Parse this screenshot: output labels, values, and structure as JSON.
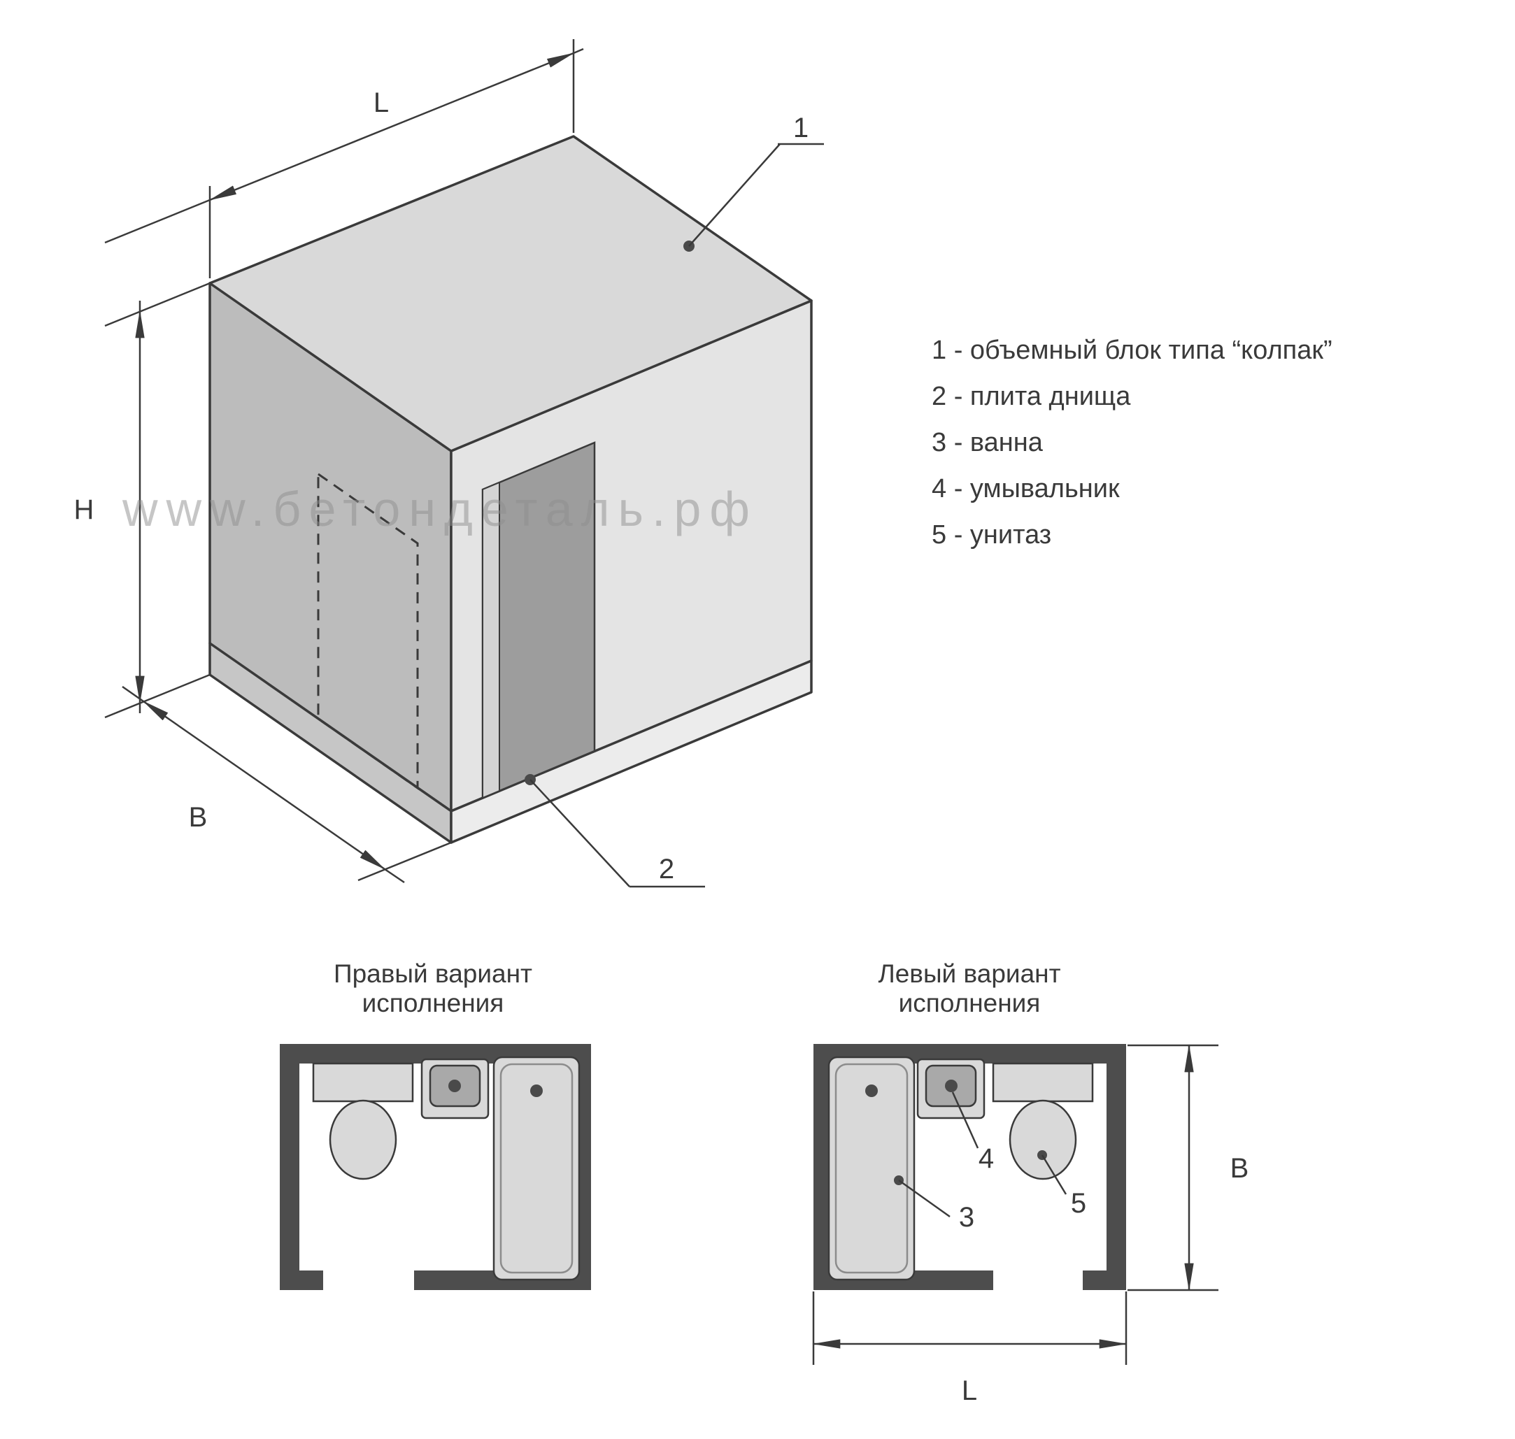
{
  "watermark": "www.бетондеталь.рф",
  "legend": {
    "items": [
      "1 - объемный блок типа “колпак”",
      "2 - плита днища",
      "3 - ванна",
      "4 - умывальник",
      "5 - унитаз"
    ]
  },
  "isometric": {
    "dim_labels": {
      "length": "L",
      "height": "H",
      "width": "B"
    },
    "callout_labels": {
      "block": "1",
      "slab": "2"
    }
  },
  "plans": {
    "right": {
      "title_line1": "Правый вариант",
      "title_line2": "исполнения"
    },
    "left": {
      "title_line1": "Левый вариант",
      "title_line2": "исполнения",
      "callout_labels": {
        "bath": "3",
        "sink": "4",
        "toilet": "5"
      },
      "dim_labels": {
        "width": "B",
        "length": "L"
      }
    }
  },
  "colors": {
    "ink": "#3a3a3a",
    "face-top": "#d9d9d9",
    "face-left": "#bcbcbc",
    "face-right": "#e4e4e4",
    "slab-left": "#c6c6c6",
    "slab-right": "#ececec",
    "door": "#9d9d9d",
    "door-jamb": "#d4d4d4",
    "wall": "#4d4d4d",
    "fixture": "#d9d9d9",
    "fixture-dark": "#a9a9a9",
    "dot": "#4a4a4a",
    "watermark": "#8f8f8f",
    "background": "#ffffff"
  }
}
